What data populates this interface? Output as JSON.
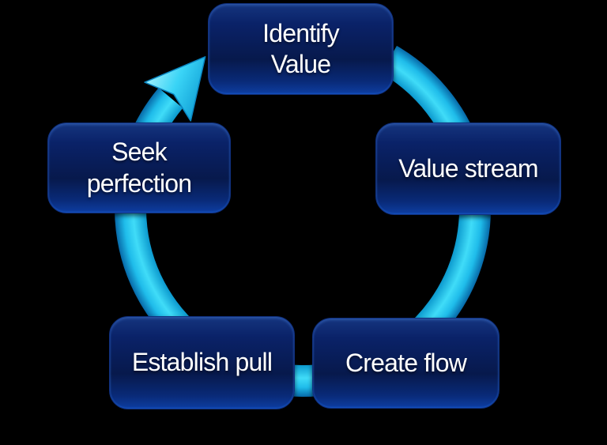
{
  "diagram": {
    "name": "lean-cycle-diagram",
    "type": "cycle",
    "direction": "clockwise",
    "steps": [
      {
        "id": "identify-value",
        "label": "Identify\nValue"
      },
      {
        "id": "value-stream",
        "label": "Value stream"
      },
      {
        "id": "create-flow",
        "label": "Create flow"
      },
      {
        "id": "establish-pull",
        "label": "Establish pull"
      },
      {
        "id": "seek-perfection",
        "label": "Seek\nperfection"
      }
    ],
    "colors": {
      "background": "#000000",
      "box_fill_light": "#15357f",
      "box_fill_dark": "#07194c",
      "box_bottom_glow": "#0e3ea2",
      "box_text": "#ffffff",
      "arrow_core": "#40dcf8",
      "arrow_mid": "#0e9cd0",
      "arrow_edge": "#0769a8"
    }
  }
}
